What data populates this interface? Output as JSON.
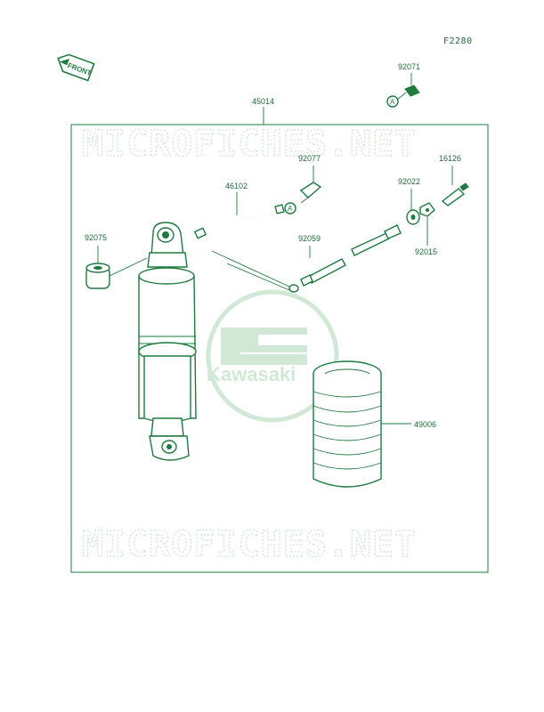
{
  "sheet_code": "F2280",
  "front_badge": "FRONT",
  "watermark_text": "MICROFICHES.NET",
  "logo_text": "Kawasaki",
  "callout_letter": "A",
  "colors": {
    "line": "#1f7a3f",
    "watermark": "#cfe3d4",
    "background": "#ffffff"
  },
  "parts": {
    "p45014": "45014",
    "p92071": "92071",
    "p92077": "92077",
    "p16126": "16126",
    "p46102": "46102",
    "p92022": "92022",
    "p92075": "92075",
    "p92059": "92059",
    "p92015": "92015",
    "p49006": "49006"
  }
}
